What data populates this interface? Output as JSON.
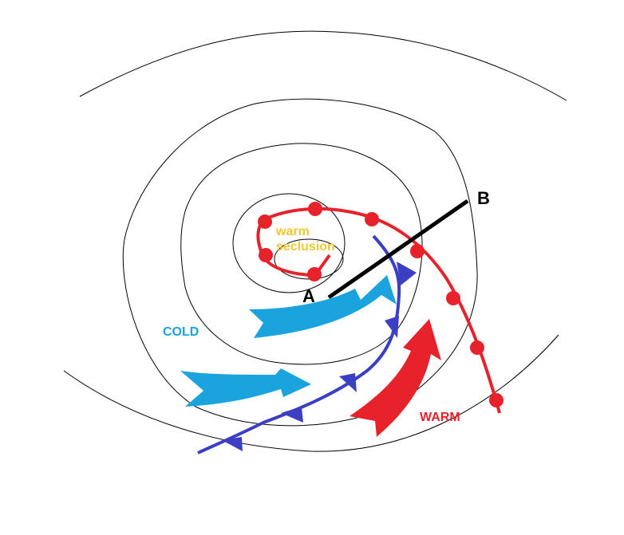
{
  "labels": {
    "point_a": "A",
    "point_b": "B",
    "cold": "COLD",
    "warm": "WARM",
    "warm_seclusion_1": "warm",
    "warm_seclusion_2": "seclusion"
  },
  "colors": {
    "warm_front": "#e8222a",
    "cold_front": "#3b3fc4",
    "cold_air": "#1aa3dd",
    "warm_air": "#e8222a",
    "seclusion_text": "#f0c832",
    "isobar": "#000000",
    "cross_section": "#000000"
  }
}
